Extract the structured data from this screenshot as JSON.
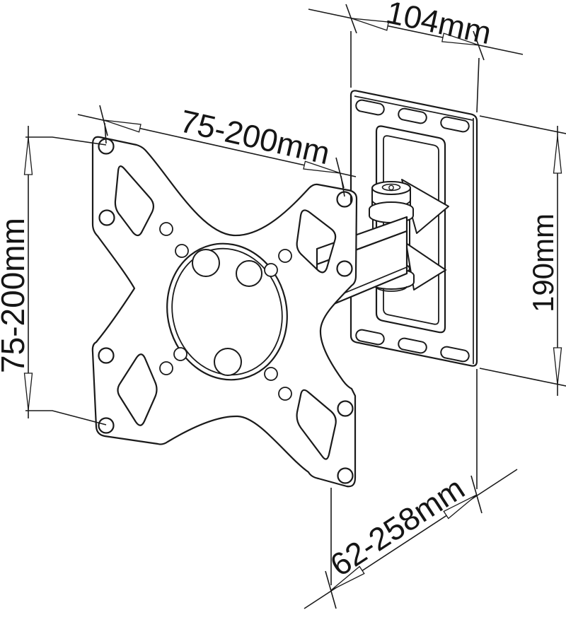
{
  "drawing": {
    "subject": "articulating-tv-wall-mount-technical-drawing",
    "dimensions": {
      "wall_plate_width": "104mm",
      "vesa_pattern_width": "75-200mm",
      "vesa_pattern_height": "75-200mm",
      "wall_plate_height": "190mm",
      "extension_range": "62-258mm"
    },
    "colors": {
      "line": "#1a1a1a",
      "background": "#ffffff"
    }
  }
}
